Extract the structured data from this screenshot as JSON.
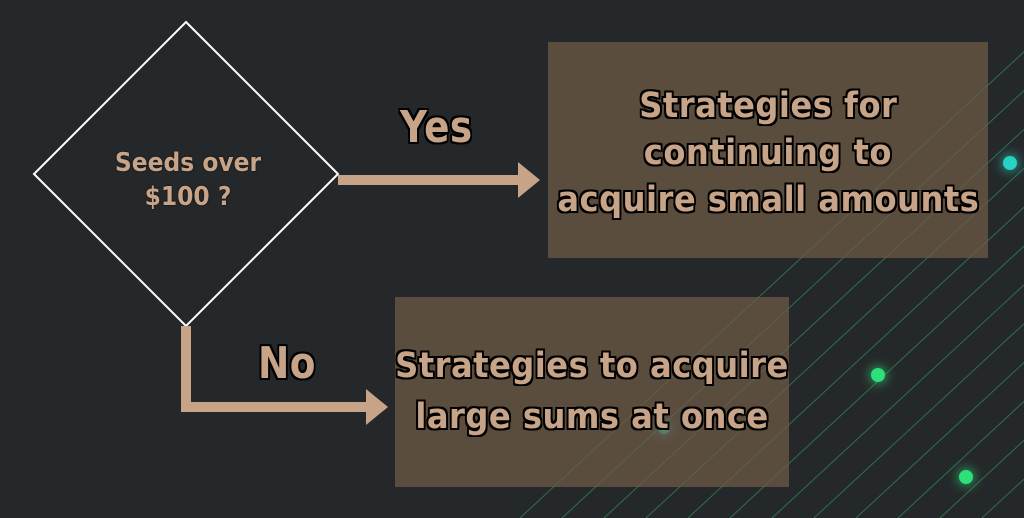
{
  "colors": {
    "background": "#25282a",
    "box_fill": "#6f5c47",
    "text": "#c7a488",
    "arrow": "#c7a488",
    "diamond_stroke": "#ffffff",
    "stripe": "#3aa86a",
    "dot_green": "#2ee07a",
    "dot_cyan": "#26d3c2"
  },
  "decision": {
    "line1": "Seeds over",
    "line2": "$100 ?"
  },
  "edges": {
    "yes_label": "Yes",
    "no_label": "No"
  },
  "outcome_top": {
    "line1": "Strategies for",
    "line2": "continuing to",
    "line3": "acquire small amounts"
  },
  "outcome_bottom": {
    "line1": "Strategies to acquire",
    "line2": "large sums at once"
  }
}
